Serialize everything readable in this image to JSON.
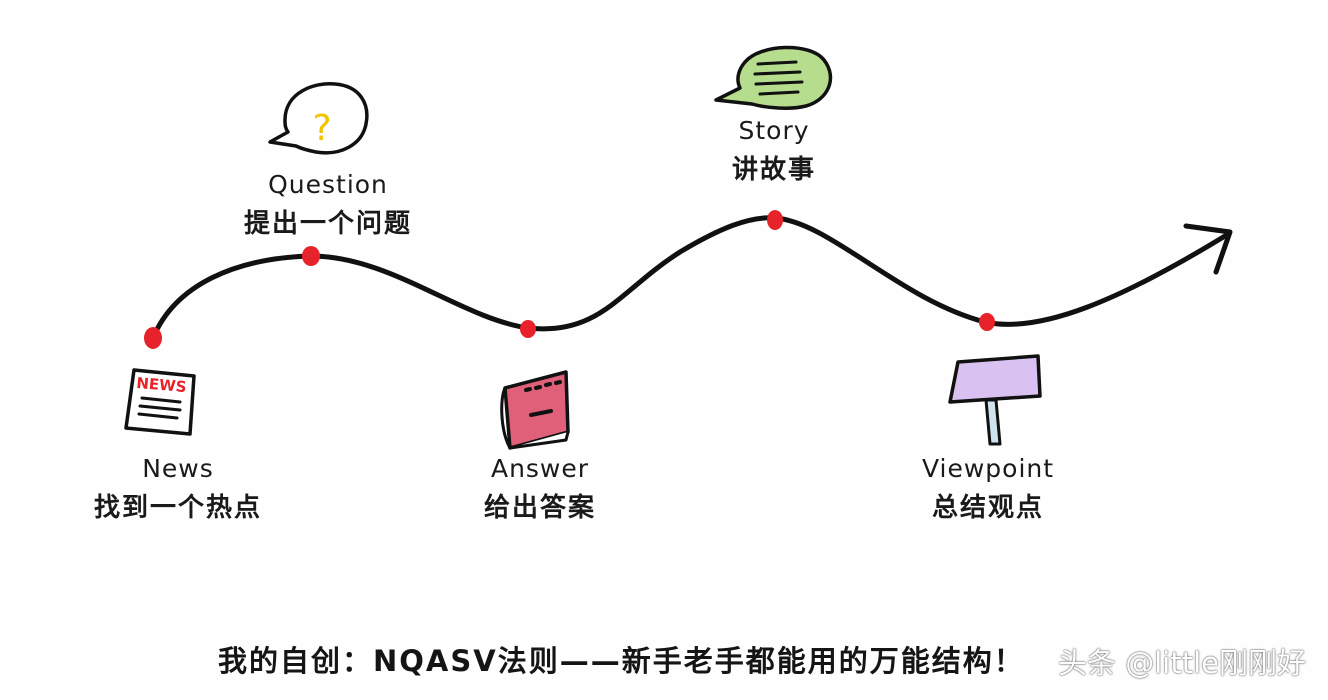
{
  "stages": [
    {
      "id": "news",
      "en": "News",
      "zh": "找到一个热点",
      "icon": "newspaper-icon"
    },
    {
      "id": "question",
      "en": "Question",
      "zh": "提出一个问题",
      "icon": "question-bubble-icon"
    },
    {
      "id": "answer",
      "en": "Answer",
      "zh": "给出答案",
      "icon": "book-icon"
    },
    {
      "id": "story",
      "en": "Story",
      "zh": "讲故事",
      "icon": "speech-bubble-icon"
    },
    {
      "id": "viewpoint",
      "en": "Viewpoint",
      "zh": "总结观点",
      "icon": "signpost-icon"
    }
  ],
  "icons": {
    "news_text": "NEWS",
    "question_mark": "?"
  },
  "caption": "我的自创：NQASV法则——新手老手都能用的万能结构！",
  "watermark": "头条 @little刚刚好",
  "colors": {
    "dot": "#e8222a",
    "line": "#111111",
    "question_mark": "#f2c400",
    "book": "#e0607a",
    "story_bubble": "#b6dc8e",
    "signpost": "#d9c2f2"
  }
}
